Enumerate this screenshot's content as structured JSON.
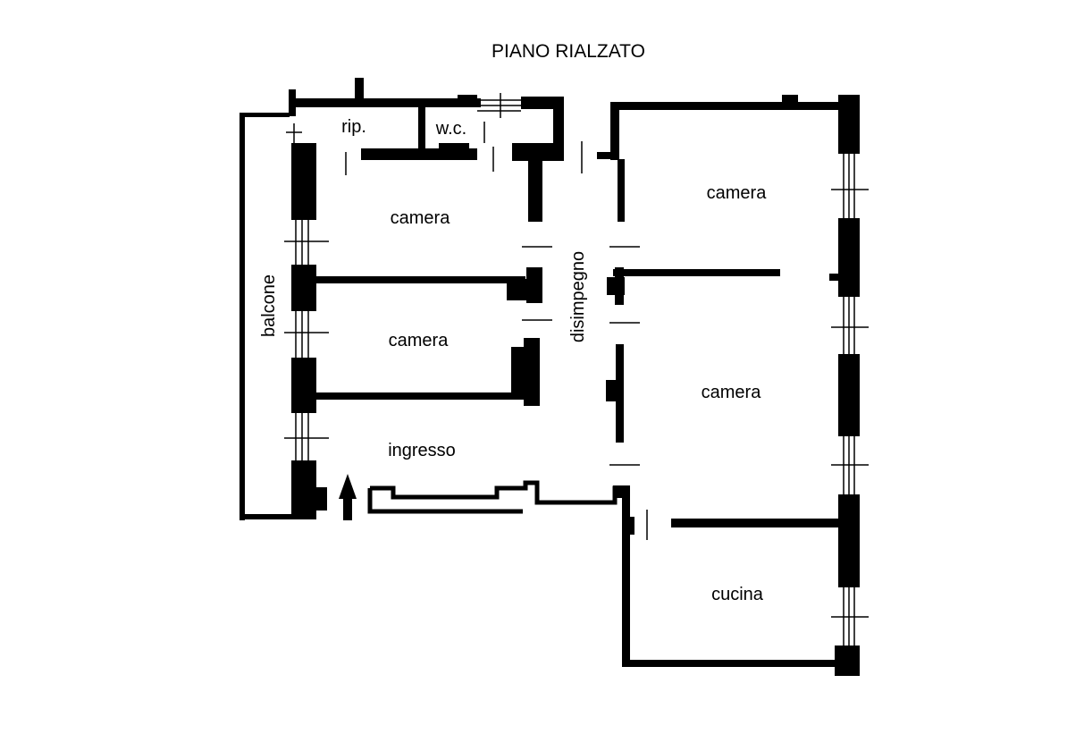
{
  "title": "PIANO RIALZATO",
  "rooms": {
    "storage": "rip.",
    "wc": "w.c.",
    "bedroom_top_left": "camera",
    "bedroom_mid_left": "camera",
    "corridor": "disimpegno",
    "bedroom_top_right": "camera",
    "bedroom_mid_right": "camera",
    "entrance": "ingresso",
    "kitchen": "cucina",
    "balcony": "balcone"
  },
  "colors": {
    "wall": "#000000",
    "background": "#ffffff"
  },
  "icons": {
    "entrance_marker": "up-arrow-icon"
  }
}
